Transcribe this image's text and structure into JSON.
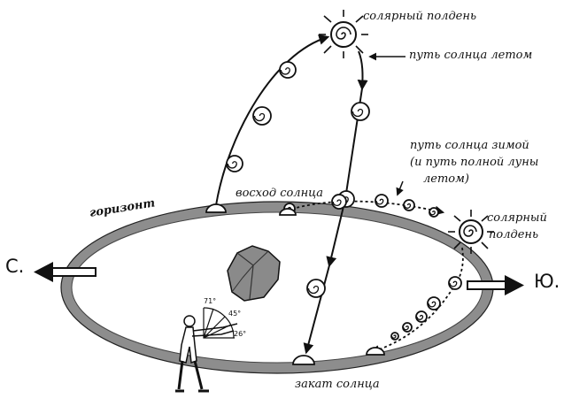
{
  "labels": {
    "solar_noon_summer": "солярный полдень",
    "sun_path_summer": "путь солнца летом",
    "sun_path_winter": "путь солнца зимой",
    "winter_note_line1": "(и путь полной луны",
    "winter_note_line2": "летом)",
    "sunrise": "восход солнца",
    "horizon": "горизонт",
    "solar_noon_winter_line1": "солярный",
    "solar_noon_winter_line2": "полдень",
    "north": "С.",
    "south": "Ю.",
    "sunset": "закат солнца",
    "angle_71": "71°",
    "angle_45": "45°",
    "angle_26": "26°"
  }
}
